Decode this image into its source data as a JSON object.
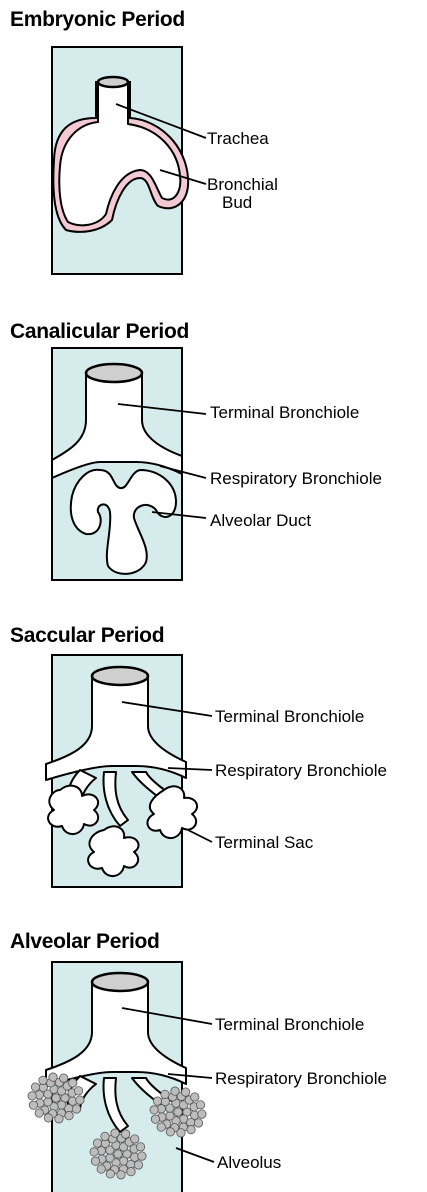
{
  "panels": [
    {
      "title": "Embryonic Period",
      "labels": [
        "Trachea",
        "Bronchial",
        "Bud"
      ]
    },
    {
      "title": "Canalicular Period",
      "labels": [
        "Terminal Bronchiole",
        "Respiratory Bronchiole",
        "Alveolar Duct"
      ]
    },
    {
      "title": "Saccular Period",
      "labels": [
        "Terminal Bronchiole",
        "Respiratory Bronchiole",
        "Terminal Sac"
      ]
    },
    {
      "title": "Alveolar Period",
      "labels": [
        "Terminal Bronchiole",
        "Respiratory Bronchiole",
        "Alveolus"
      ]
    }
  ],
  "colors": {
    "background_box": "#d6ecec",
    "bud_outline": "#f3c9d3",
    "tube_cap": "#cfcfcf",
    "alveoli": "#bdbdbd"
  }
}
